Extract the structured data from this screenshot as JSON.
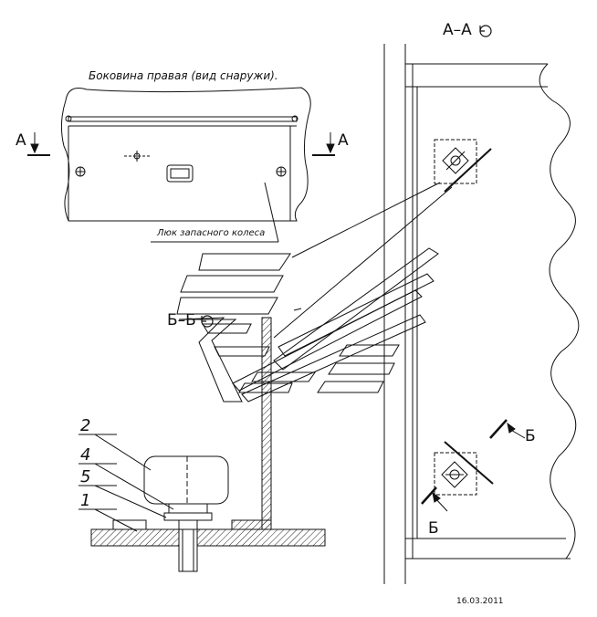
{
  "labels": {
    "side_view_title": "Боковина правая (вид снаружи).",
    "section_aa": "А–А",
    "section_bb": "Б–Б",
    "cut_a_left": "А",
    "cut_a_right": "А",
    "hatch_label": "Люк запасного колеса",
    "part_2": "2",
    "part_4": "4",
    "part_5": "5",
    "part_1": "1",
    "cut_b_upper": "Б",
    "cut_b_lower": "Б",
    "date": "16.03.2011"
  }
}
